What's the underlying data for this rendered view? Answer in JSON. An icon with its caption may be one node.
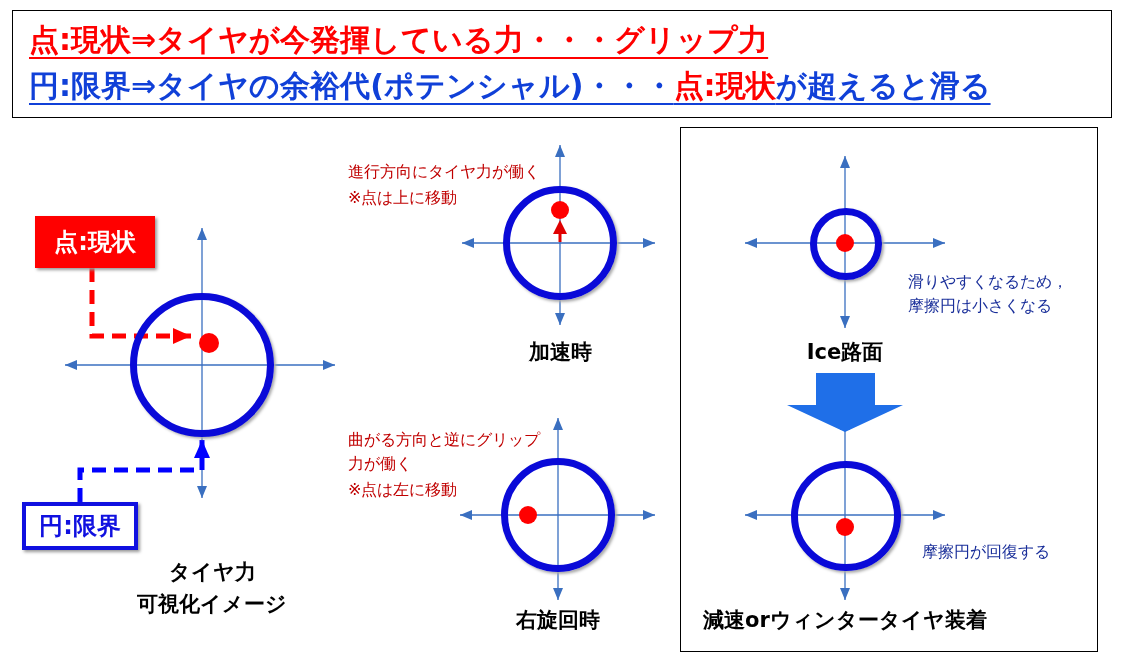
{
  "diagram": {
    "nodes": [
      {
        "text": [
          "点:現状⇒タイヤが今発揮している力・・・グリップ力",
          "円:限界⇒タイヤの余裕代(ポテンシャル)・・・",
          "点:現状",
          "が超えると滑る"
        ]
      },
      {
        "text": [
          "点:現状"
        ]
      },
      {
        "text": [],
        "shape": "circle",
        "beside": [
          "タイヤ力",
          "可視化イメージ"
        ]
      },
      {
        "text": [],
        "shape": "circle",
        "in": 2
      },
      {
        "text": [
          "円:限界"
        ]
      },
      {
        "text": [],
        "shape": "circle",
        "beside": [
          "進行方向にタイヤ力が働く",
          "※点は上に移動",
          "加速時"
        ]
      },
      {
        "text": [],
        "shape": "circle",
        "beside": [
          "曲がる方向と逆にグリップ力が働く",
          "※点は左に移動",
          "右旋回時"
        ]
      },
      {
        "text": [],
        "shape": "box"
      },
      {
        "text": [],
        "shape": "circle",
        "in": 7,
        "beside": [
          "滑りやすくなるため，摩擦円は小さくなる",
          "Ice路面"
        ]
      },
      {
        "text": [],
        "shape": "circle",
        "in": 7,
        "beside": [
          "摩擦円が回復する",
          "減速orウィンタータイヤ装着"
        ]
      }
    ],
    "edges": [
      {
        "from": 1,
        "to": 3,
        "arrow": "to",
        "style": "dashed",
        "color": "#ff0000"
      },
      {
        "from": 4,
        "to": 2,
        "arrow": "to",
        "style": "dashed",
        "color": "#0000ff"
      },
      {
        "from": 8,
        "to": 9,
        "arrow": "to",
        "style": "thick",
        "color": "#1f6fe8"
      }
    ]
  }
}
